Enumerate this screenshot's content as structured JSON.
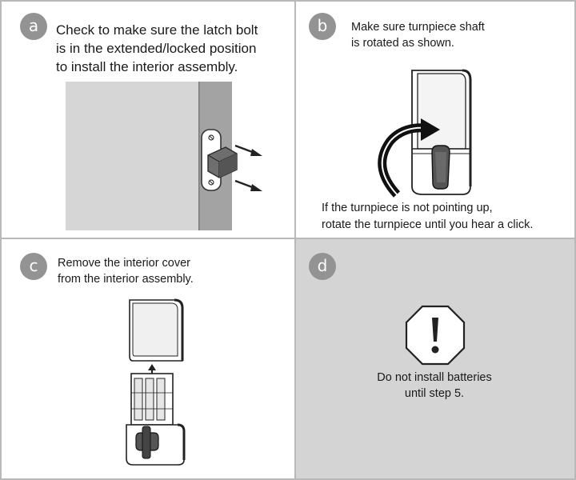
{
  "panels": {
    "a": {
      "badge": "a",
      "lines": [
        "Check to make sure the latch bolt",
        "is in the extended/locked position",
        "to install the interior assembly."
      ],
      "illustration_icon": "latch-bolt-extended-icon"
    },
    "b": {
      "badge": "b",
      "lines": [
        "Make sure turnpiece shaft",
        "is rotated as shown."
      ],
      "note_lines": [
        "If the turnpiece is not pointing up,",
        "rotate the turnpiece until you hear a click."
      ],
      "illustration_icon": "turnpiece-rotation-icon"
    },
    "c": {
      "badge": "c",
      "lines": [
        "Remove the interior cover",
        "from the interior assembly."
      ],
      "illustration_icon": "interior-cover-removal-icon"
    },
    "d": {
      "badge": "d",
      "lines": [
        "Do not install  batteries",
        "until step 5."
      ],
      "illustration_icon": "warning-octagon-icon"
    }
  },
  "colors": {
    "badge": "#939393",
    "divider": "#b8b8b8",
    "panel_d_bg": "#d4d4d4",
    "door_face": "#d6d6d6",
    "door_edge": "#a3a3a3"
  }
}
